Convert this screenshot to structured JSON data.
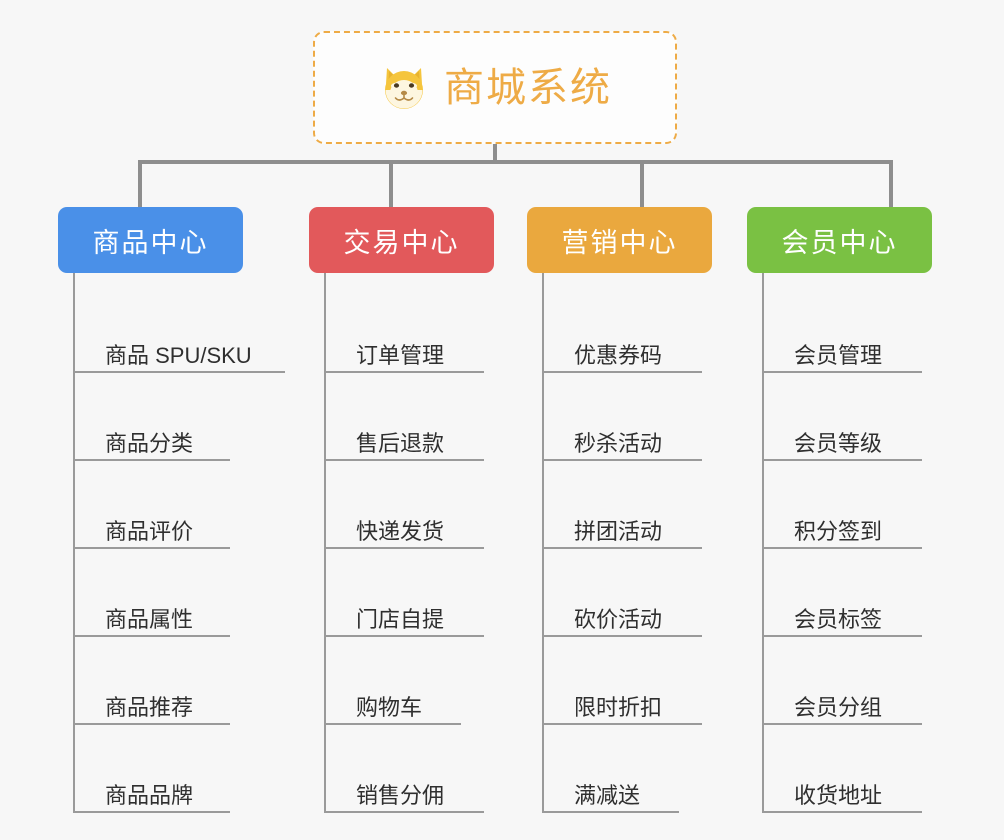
{
  "background_color": "#f7f7f7",
  "line_color": "#8e8e8e",
  "root": {
    "title": "商城系统",
    "icon": "shiba-dog-icon",
    "text_color": "#eeab46",
    "border_color": "#eeab46",
    "background": "#fdfdfd"
  },
  "branches": [
    {
      "id": "product-center",
      "label": "商品中心",
      "color": "#4a90e8",
      "width": 185,
      "items": [
        {
          "label": "商品 SPU/SKU",
          "rule_width": 210
        },
        {
          "label": "商品分类",
          "rule_width": 155
        },
        {
          "label": "商品评价",
          "rule_width": 155
        },
        {
          "label": "商品属性",
          "rule_width": 155
        },
        {
          "label": "商品推荐",
          "rule_width": 155
        },
        {
          "label": "商品品牌",
          "rule_width": 155
        }
      ]
    },
    {
      "id": "trade-center",
      "label": "交易中心",
      "color": "#e2595b",
      "width": 185,
      "items": [
        {
          "label": "订单管理",
          "rule_width": 158
        },
        {
          "label": "售后退款",
          "rule_width": 158
        },
        {
          "label": "快递发货",
          "rule_width": 158
        },
        {
          "label": "门店自提",
          "rule_width": 158
        },
        {
          "label": "购物车",
          "rule_width": 135
        },
        {
          "label": "销售分佣",
          "rule_width": 158
        }
      ]
    },
    {
      "id": "marketing-center",
      "label": "营销中心",
      "color": "#eaa83e",
      "width": 185,
      "items": [
        {
          "label": "优惠券码",
          "rule_width": 158
        },
        {
          "label": "秒杀活动",
          "rule_width": 158
        },
        {
          "label": "拼团活动",
          "rule_width": 158
        },
        {
          "label": "砍价活动",
          "rule_width": 158
        },
        {
          "label": "限时折扣",
          "rule_width": 158
        },
        {
          "label": "满减送",
          "rule_width": 135
        }
      ]
    },
    {
      "id": "member-center",
      "label": "会员中心",
      "color": "#7ac143",
      "width": 185,
      "items": [
        {
          "label": "会员管理",
          "rule_width": 158
        },
        {
          "label": "会员等级",
          "rule_width": 158
        },
        {
          "label": "积分签到",
          "rule_width": 158
        },
        {
          "label": "会员标签",
          "rule_width": 158
        },
        {
          "label": "会员分组",
          "rule_width": 158
        },
        {
          "label": "收货地址",
          "rule_width": 158
        }
      ]
    }
  ]
}
